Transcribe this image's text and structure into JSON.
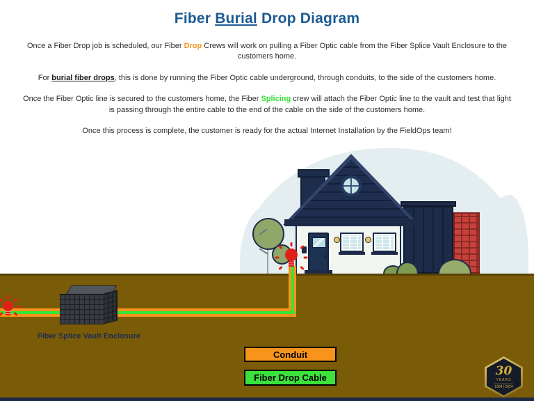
{
  "title": {
    "part1": "Fiber ",
    "underline": "Burial",
    "part2": " Drop Diagram"
  },
  "paragraphs": {
    "p1": {
      "part1": "Once a Fiber Drop job is scheduled, our Fiber ",
      "highlight": "Drop",
      "part2": " Crews will work on pulling a Fiber Optic cable from the Fiber Splice Vault Enclosure to the customers home."
    },
    "p2": {
      "part1": "For ",
      "highlight": "burial fiber drops",
      "part2": ", this is done by running the Fiber Optic cable underground, through conduits, to the side of the customers home."
    },
    "p3": {
      "part1": "Once the Fiber Optic line is secured to the customers home, the Fiber ",
      "highlight": "Splicing",
      "part2": " crew will attach the Fiber Optic line to the vault and test that light is passing through the entire cable to the end of the cable on the side of the customers home."
    },
    "p4": {
      "text": "Once this process is complete, the customer is ready for the actual Internet Installation by the FieldOps team!"
    }
  },
  "diagram": {
    "vault_label": "Fiber Splice Vault Enclosure",
    "legend": [
      {
        "label": "Conduit",
        "color": "#F8941C"
      },
      {
        "label": "Fiber Drop Cable",
        "color": "#3BE23B"
      }
    ]
  },
  "badge": {
    "number": "30",
    "years": "YEARS",
    "range": "1994 | 2024"
  },
  "colors": {
    "title_blue": "#1D5A94",
    "accent_orange": "#F7941D",
    "accent_green": "#35E035",
    "ground_brown": "#7A5B08",
    "house_navy": "#1D2B49",
    "blob_light_blue": "#E4EEF0",
    "brick_red": "#C8423C",
    "bulb_red": "#E02018"
  }
}
